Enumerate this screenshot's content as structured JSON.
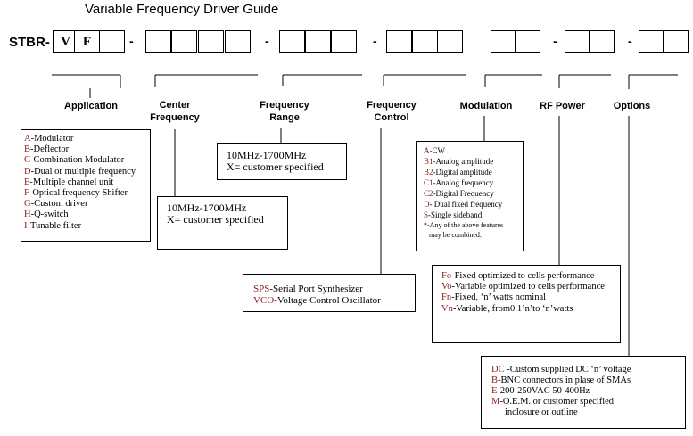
{
  "title": "Variable Frequency Driver Guide",
  "part_prefix": "STBR-",
  "code_cells": [
    "V",
    "F"
  ],
  "separator": "-",
  "headers": {
    "application": "Application",
    "center_frequency_1": "Center",
    "center_frequency_2": "Frequency",
    "frequency_range_1": "Frequency",
    "frequency_range_2": "Range",
    "frequency_control_1": "Frequency",
    "frequency_control_2": "Control",
    "modulation": "Modulation",
    "rf_power": "RF Power",
    "options": "Options"
  },
  "application_items": [
    {
      "code": "A",
      "text": "-Modulator"
    },
    {
      "code": "B",
      "text": "-Deflector"
    },
    {
      "code": "C",
      "text": "-Combination Modulator"
    },
    {
      "code": "D",
      "text": "-Dual or multiple frequency"
    },
    {
      "code": "E",
      "text": "-Multiple channel unit"
    },
    {
      "code": "F",
      "text": "-Optical frequency Shifter"
    },
    {
      "code": "G",
      "text": "-Custom driver"
    },
    {
      "code": "H",
      "text": "-Q-switch"
    },
    {
      "code": "I",
      "text": "-Tunable filter"
    }
  ],
  "center_frequency": {
    "line1": "10MHz-1700MHz",
    "line2": "X= customer specified"
  },
  "frequency_range": {
    "line1": "10MHz-1700MHz",
    "line2": "X= customer specified"
  },
  "frequency_control_items": [
    {
      "code": "SPS",
      "text": "-Serial Port Synthesizer"
    },
    {
      "code": "VCO",
      "text": "-Voltage Control Oscillator"
    }
  ],
  "modulation_items": [
    {
      "code": "A",
      "text": "-CW"
    },
    {
      "code": "B1",
      "text": "-Analog amplitude"
    },
    {
      "code": "B2",
      "text": "-Digital amplitude"
    },
    {
      "code": "C1",
      "text": "-Analog frequency"
    },
    {
      "code": "C2",
      "text": "-Digital Frequency"
    },
    {
      "code": "D",
      "text": "- Dual fixed frequency"
    },
    {
      "code": "S",
      "text": "-Single sideband"
    }
  ],
  "modulation_note_1": "*-Any of the above features",
  "modulation_note_2": "may be combined.",
  "rf_power_items": [
    {
      "code": "Fo",
      "text": "-Fixed optimized to cells performance"
    },
    {
      "code": "Vo",
      "text": "-Variable optimized to cells performance"
    },
    {
      "code": "Fn",
      "text": "-Fixed, ‘n’ watts nominal"
    },
    {
      "code": "Vn",
      "text": "-Variable, from0.1’n’to ‘n’watts"
    }
  ],
  "options_items": [
    {
      "code": "DC",
      "text": " -Custom supplied DC ‘n’ voltage"
    },
    {
      "code": "B",
      "text": "-BNC connectors in plase of SMAs"
    },
    {
      "code": "E",
      "text": "-200-250VAC 50-400Hz"
    },
    {
      "code": "M",
      "text": "-O.E.M. or customer specified"
    }
  ],
  "options_last_line": "inclosure or outline"
}
